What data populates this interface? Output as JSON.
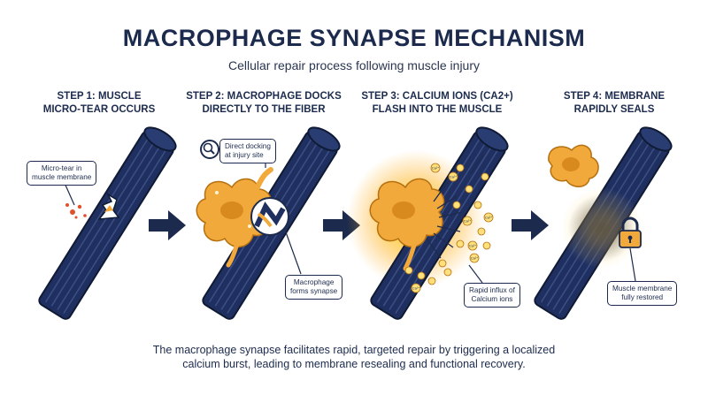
{
  "header": {
    "title": "MACROPHAGE SYNAPSE MECHANISM",
    "subtitle": "Cellular repair process following muscle injury"
  },
  "steps": [
    {
      "label": "STEP 1: MUSCLE\nMICRO-TEAR OCCURS"
    },
    {
      "label": "STEP 2: MACROPHAGE DOCKS\nDIRECTLY TO THE FIBER"
    },
    {
      "label": "STEP 3: CALCIUM IONS (CA2+)\nFLASH INTO THE MUSCLE"
    },
    {
      "label": "STEP 4: MEMBRANE\nRAPIDLY SEALS"
    }
  ],
  "callouts": {
    "micro_tear": "Micro-tear in\nmuscle membrane",
    "direct_docking": "Direct docking\nat injury site",
    "forms_synapse": "Macrophage\nforms synapse",
    "rapid_influx": "Rapid influx of\nCalcium ions",
    "restored": "Muscle membrane\nfully restored"
  },
  "ion_label": "Ca²⁺",
  "footer": "The macrophage synapse facilitates rapid, targeted repair by triggering a localized\ncalcium burst, leading to membrane resealing and functional recovery.",
  "colors": {
    "navy": "#1c2b4d",
    "fiber": "#1f3060",
    "macrophage": "#f2a93b",
    "nucleus": "#d98a1e",
    "tear": "#e0502b",
    "glow": "#ffd24a"
  },
  "icons": [
    "magnifier-icon",
    "padlock-icon",
    "arrow-right-icon"
  ]
}
